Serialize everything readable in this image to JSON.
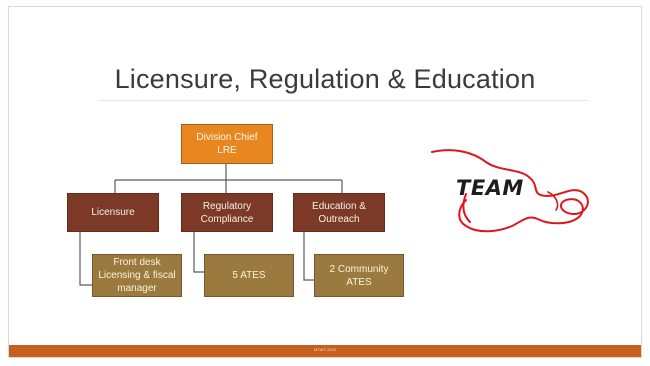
{
  "slide": {
    "title": "Licensure, Regulation & Education",
    "footer": "MTWT 2022"
  },
  "org_chart": {
    "chief": "Division Chief LRE",
    "departments": [
      {
        "label": "Licensure",
        "staff": "Front desk\nLicensing & fiscal\nmanager"
      },
      {
        "label": "Regulatory\nCompliance",
        "staff": "5 ATES"
      },
      {
        "label": "Education &\nOutreach",
        "staff": "2 Community\nATES"
      }
    ]
  },
  "logo": {
    "text": "TEAM",
    "squiggle_color": "#e0161e"
  },
  "colors": {
    "chief": "#e8871f",
    "department": "#7c3a26",
    "staff": "#9a7a3f",
    "footer": "#c8611f"
  }
}
